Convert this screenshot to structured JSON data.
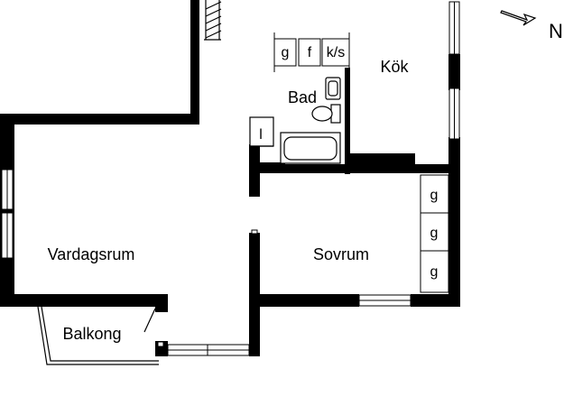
{
  "plan": {
    "colors": {
      "wall": "#000000",
      "background": "#ffffff",
      "fixture_stroke": "#000000"
    },
    "compass": {
      "label": "N",
      "icon": "north-arrow-icon"
    },
    "rooms": {
      "kok": "Kök",
      "bad": "Bad",
      "vardagsrum": "Vardagsrum",
      "sovrum": "Sovrum",
      "balkong": "Balkong"
    },
    "fixtures": {
      "closet_g_top": "g",
      "closet_f": "f",
      "closet_ks": "k/s",
      "closet_l": "l",
      "wardrobe_1": "g",
      "wardrobe_2": "g",
      "wardrobe_3": "g"
    }
  }
}
